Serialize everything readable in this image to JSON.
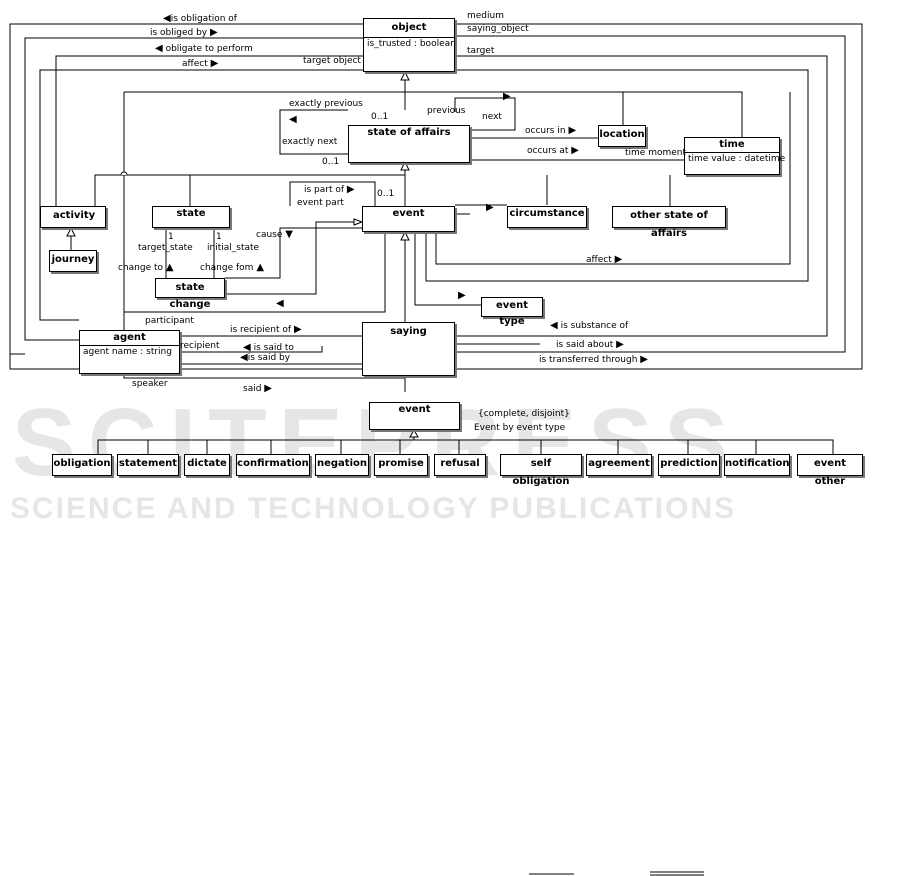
{
  "watermark": {
    "line1": "SCITEPRESS",
    "line2": "SCIENCE AND TECHNOLOGY PUBLICATIONS"
  },
  "classes": {
    "object": {
      "name": "object",
      "attr": "is_trusted : boolean"
    },
    "state_of_affairs": {
      "name": "state of affairs"
    },
    "location": {
      "name": "location"
    },
    "time": {
      "name": "time",
      "attr": "time value : datetime"
    },
    "activity": {
      "name": "activity"
    },
    "journey": {
      "name": "journey"
    },
    "state": {
      "name": "state"
    },
    "event": {
      "name": "event"
    },
    "circumstance": {
      "name": "circumstance"
    },
    "other_state": {
      "name": "other state of affairs"
    },
    "state_change": {
      "name": "state change"
    },
    "event_type": {
      "name": "event type"
    },
    "agent": {
      "name": "agent",
      "attr": "agent name : string"
    },
    "saying": {
      "name": "saying"
    },
    "event2": {
      "name": "event"
    }
  },
  "subtypes": [
    "obligation",
    "statement",
    "dictate",
    "confirmation",
    "negation",
    "promise",
    "refusal",
    "self obligation",
    "agreement",
    "prediction",
    "notification",
    "event other"
  ],
  "labels": {
    "is_obligation_of": "is obligation of",
    "is_obliged_by": "is obliged by",
    "obligate_to_perform": "obligate to perform",
    "affect_top": "affect",
    "target_object": "target object",
    "medium": "medium",
    "saying_object": "saying_object",
    "target": "target",
    "exactly_previous": "exactly previous",
    "exactly_next": "exactly next",
    "mult_01a": "0..1",
    "mult_01b": "0..1",
    "mult_01c": "0..1",
    "previous": "previous",
    "next": "next",
    "occurs_in": "occurs in",
    "occurs_at": "occurs at",
    "time_moment": "time moment",
    "is_part_of": "is part of",
    "event_part": "event part",
    "cause": "cause",
    "mult_1a": "1",
    "mult_1b": "1",
    "target_state": "target_state",
    "initial_state": "initial_state",
    "change_to": "change to",
    "change_fom": "change fom",
    "affect_mid": "affect",
    "participant": "participant",
    "is_recipient_of": "is recipient of",
    "is_substance_of": "is substance of",
    "recipient": "recipient",
    "is_said_to": "is said to",
    "is_said_by": "is said by",
    "is_said_about": "is said about",
    "is_transferred_through": "is transferred through",
    "speaker": "speaker",
    "said": "said",
    "complete_disjoint": "{complete, disjoint}",
    "event_by_type": "Event by event type"
  }
}
